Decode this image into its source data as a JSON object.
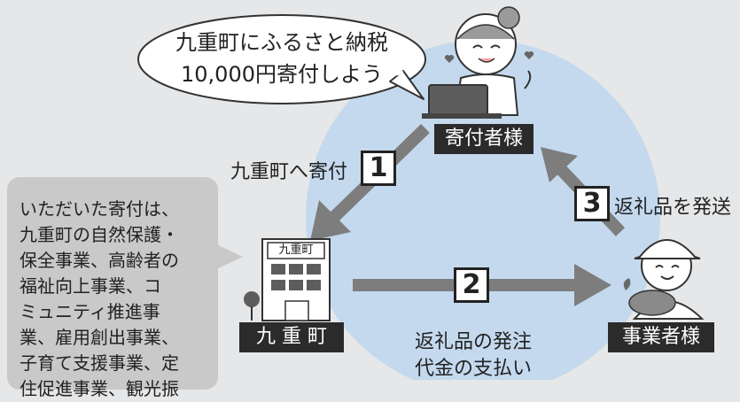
{
  "speech": {
    "line1": "九重町にふるさと納税",
    "line2": "10,000円寄付しよう"
  },
  "nodes": {
    "donor": "寄付者様",
    "town": "九 重 町",
    "business": "事業者様",
    "building_sign": "九重町"
  },
  "steps": {
    "step1": {
      "num": "1",
      "label": "九重町へ寄付"
    },
    "step2": {
      "num": "2",
      "label_line1": "返礼品の発注",
      "label_line2": "代金の支払い"
    },
    "step3": {
      "num": "3",
      "label": "返礼品を発送"
    }
  },
  "note": {
    "lines": [
      "いただいた寄付は、",
      "九重町の自然保護・",
      "保全事業、高齢者の",
      "福祉向上事業、コ",
      "ミュニティ推進事",
      "業、雇用創出事業、",
      "子育て支援事業、定",
      "住促進事業、観光振"
    ]
  },
  "colors": {
    "background": "#e6e7e8",
    "circle": "#c4d9ee",
    "arrow": "#7d7d7d",
    "label_bg": "#2b2b2b",
    "note_bg": "#c9c9c9"
  }
}
